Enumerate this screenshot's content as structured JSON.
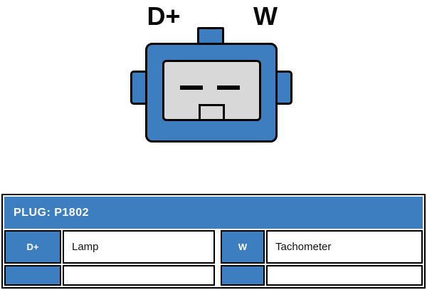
{
  "diagram": {
    "labels": [
      "D+",
      "W"
    ]
  },
  "table": {
    "title": "PLUG: P1802",
    "rows": [
      [
        "D+",
        "Lamp",
        "W",
        "Tachometer"
      ],
      [
        "",
        "",
        "",
        ""
      ]
    ]
  },
  "colors": {
    "accent_blue": "#3d7ec1",
    "socket_gray": "#d8d8d8",
    "border_black": "#000000"
  }
}
